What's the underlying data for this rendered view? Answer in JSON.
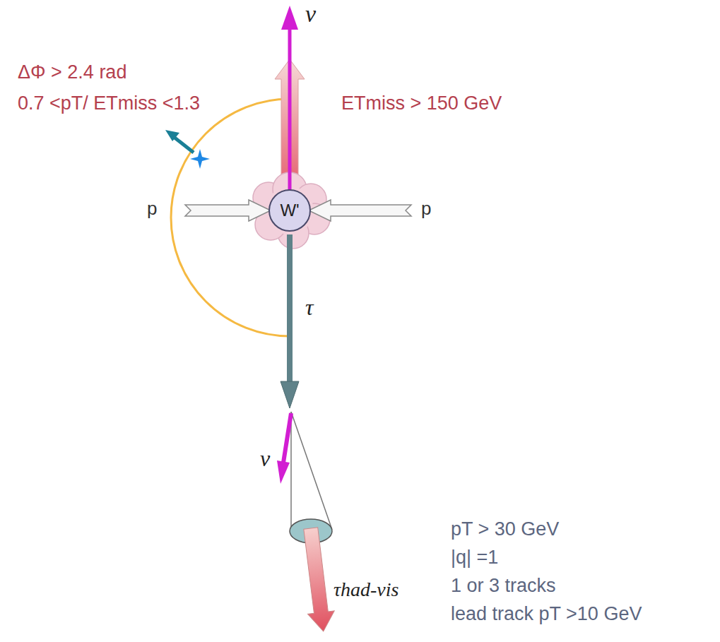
{
  "diagram": {
    "nodes": [
      {
        "text": [
          "W'"
        ]
      }
    ],
    "labels": [
      "ν",
      "ΔΦ > 2.4 rad",
      "0.7 <pT/ ETmiss <1.3",
      "ETmiss > 150 GeV",
      "p",
      "p",
      "τ",
      "ν",
      "τhad-vis",
      "pT > 30 GeV",
      "|q| =1",
      "1 or 3 tracks",
      "lead track pT >10 GeV"
    ]
  }
}
